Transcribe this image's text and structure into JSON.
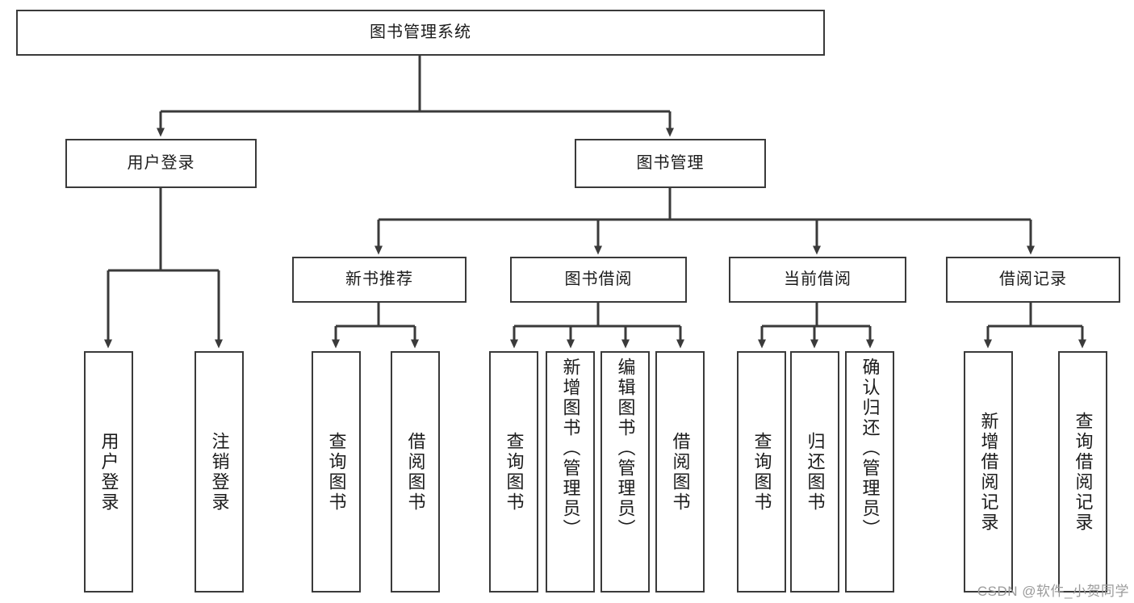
{
  "diagram": {
    "type": "tree",
    "title_node": {
      "label": "图书管理系统"
    },
    "level1": [
      {
        "label": "用户登录"
      },
      {
        "label": "图书管理"
      }
    ],
    "level2": [
      {
        "label": "新书推荐"
      },
      {
        "label": "图书借阅"
      },
      {
        "label": "当前借阅"
      },
      {
        "label": "借阅记录"
      }
    ],
    "leaves": {
      "user_login": [
        {
          "label": "用户登录"
        },
        {
          "label": "注销登录"
        }
      ],
      "new_book": [
        {
          "label": "查询图书"
        },
        {
          "label": "借阅图书"
        }
      ],
      "borrow_book": [
        {
          "label": "查询图书"
        },
        {
          "label": "新增图书（管理员）"
        },
        {
          "label": "编辑图书（管理员）"
        },
        {
          "label": "借阅图书"
        }
      ],
      "current_borrow": [
        {
          "label": "查询图书"
        },
        {
          "label": "归还图书"
        },
        {
          "label": "确认归还（管理员）"
        }
      ],
      "borrow_record": [
        {
          "label": "新增借阅记录"
        },
        {
          "label": "查询借阅记录"
        }
      ]
    }
  },
  "watermark": {
    "text": "CSDN @软件_小贺同学"
  },
  "colors": {
    "stroke": "#3a3a3a",
    "background": "#ffffff",
    "text": "#1b1b1b",
    "watermark": "#9b9b9b"
  }
}
